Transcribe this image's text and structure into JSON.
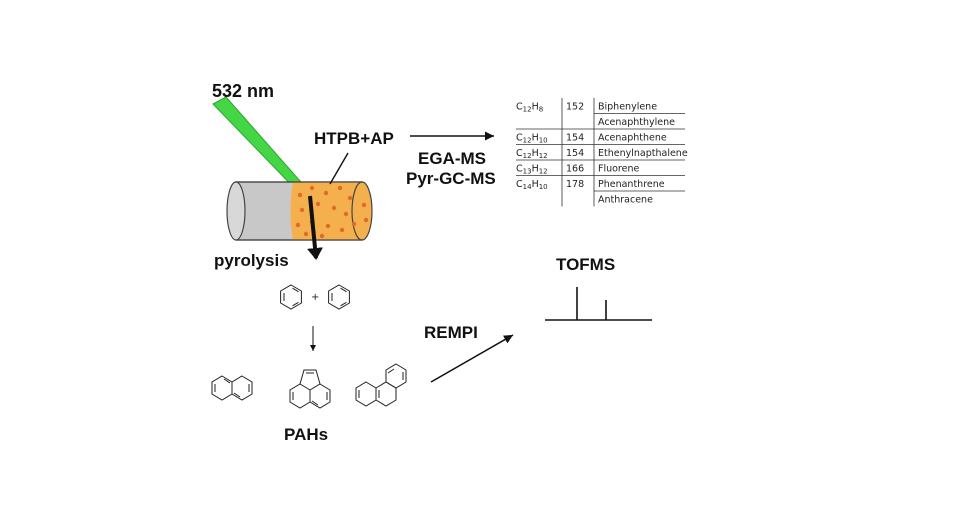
{
  "labels": {
    "laser": "532 nm",
    "sample": "HTPB+AP",
    "method_1": "EGA-MS",
    "method_2": "Pyr-GC-MS",
    "process": "pyrolysis",
    "plus": "+",
    "products": "PAHs",
    "ionization": "REMPI",
    "detector": "TOFMS"
  },
  "colors": {
    "laser": "#44d644",
    "sample_fill": "#f4b04c",
    "sample_dots": "#e06a2a",
    "tube": "#c8c8c8",
    "line": "#111111"
  },
  "table": {
    "rows": [
      {
        "formula": "C12H8",
        "C": "12",
        "H": "8",
        "mass": "152",
        "name": "Biphenylene"
      },
      {
        "formula": "",
        "C": "",
        "H": "",
        "mass": "",
        "name": "Acenaphthylene"
      },
      {
        "formula": "C12H10",
        "C": "12",
        "H": "10",
        "mass": "154",
        "name": "Acenaphthene"
      },
      {
        "formula": "C12H12",
        "C": "12",
        "H": "12",
        "mass": "154",
        "name": "Ethenylnapthalene"
      },
      {
        "formula": "C13H12",
        "C": "13",
        "H": "12",
        "mass": "166",
        "name": "Fluorene"
      },
      {
        "formula": "C14H10",
        "C": "14",
        "H": "10",
        "mass": "178",
        "name": "Phenanthrene"
      },
      {
        "formula": "",
        "C": "",
        "H": "",
        "mass": "",
        "name": "Anthracene"
      }
    ]
  },
  "icons": [
    "benzene-icon",
    "naphthalene-icon",
    "acenaphthylene-icon",
    "phenanthrene-icon"
  ]
}
